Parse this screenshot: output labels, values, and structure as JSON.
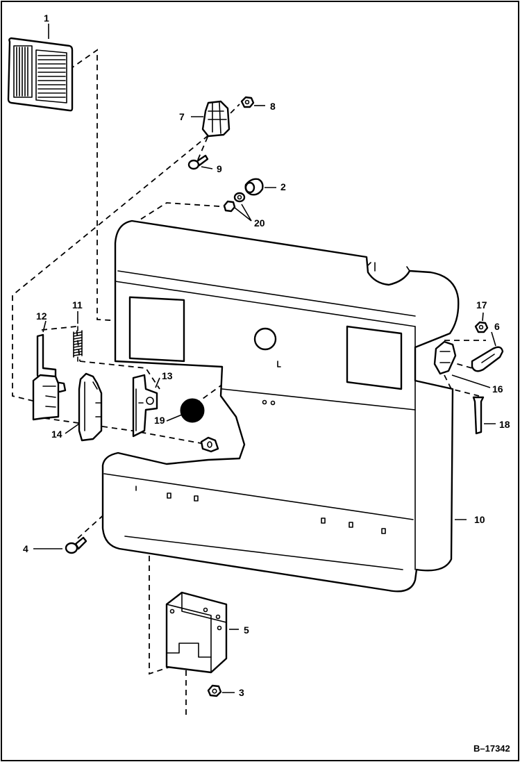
{
  "figure_id": "B–17342",
  "callouts": [
    {
      "num": "1"
    },
    {
      "num": "2"
    },
    {
      "num": "3"
    },
    {
      "num": "4"
    },
    {
      "num": "5"
    },
    {
      "num": "6"
    },
    {
      "num": "7"
    },
    {
      "num": "8"
    },
    {
      "num": "9"
    },
    {
      "num": "10"
    },
    {
      "num": "11"
    },
    {
      "num": "12"
    },
    {
      "num": "13"
    },
    {
      "num": "14"
    },
    {
      "num": "16"
    },
    {
      "num": "17"
    },
    {
      "num": "18"
    },
    {
      "num": "19"
    },
    {
      "num": "20"
    }
  ],
  "colors": {
    "ink": "#000000",
    "paper": "#ffffff"
  }
}
